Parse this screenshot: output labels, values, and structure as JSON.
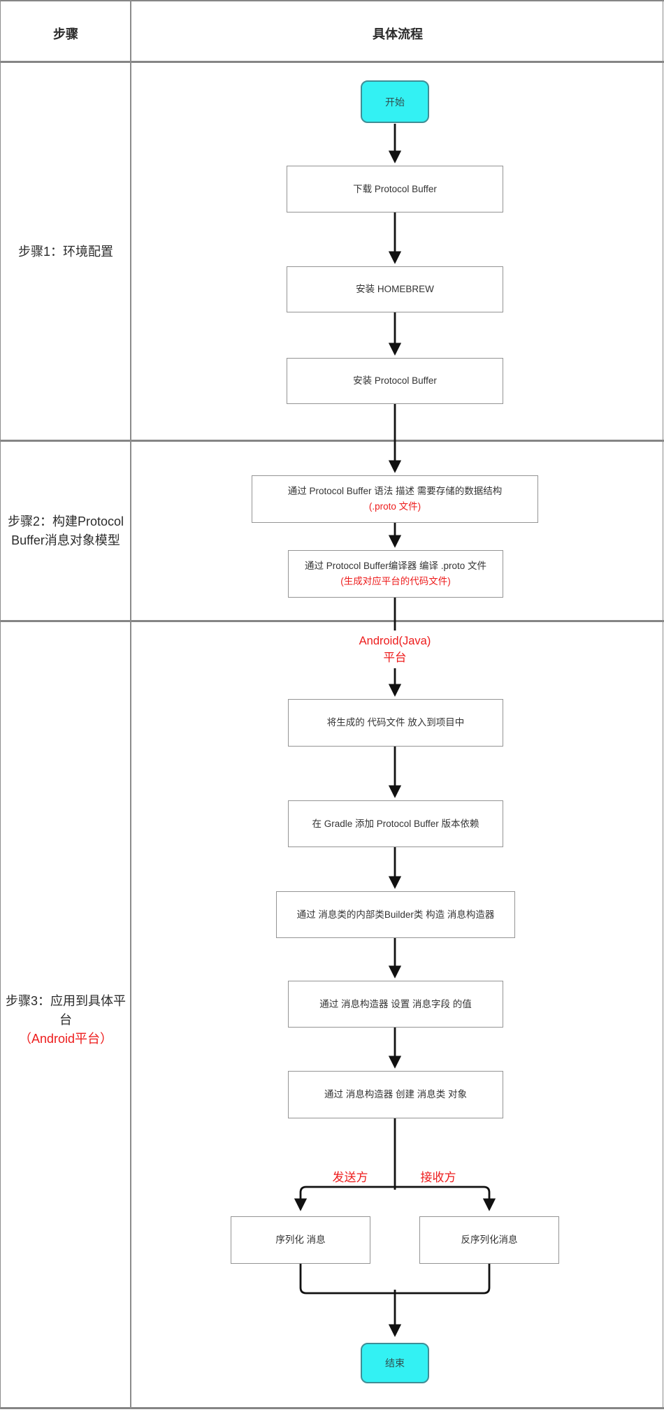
{
  "header": {
    "col_step": "步骤",
    "col_flow": "具体流程"
  },
  "rows": {
    "row1": {
      "label": "步骤1：环境配置"
    },
    "row2": {
      "label_line1": "步骤2：构建Protocol",
      "label_line2": "Buffer消息对象模型"
    },
    "row3": {
      "label_line1": "步骤3：应用到具体平",
      "label_line2": "台",
      "label_line3": "（Android平台）"
    }
  },
  "flow": {
    "start": "开始",
    "download": "下载 Protocol Buffer",
    "install_homebrew": "安装 HOMEBREW",
    "install_pb": "安装 Protocol Buffer",
    "describe": {
      "main": "通过 Protocol Buffer 语法 描述 需要存储的数据结构",
      "note": "(.proto 文件)"
    },
    "compile": {
      "main": "通过 Protocol Buffer编译器 编译 .proto 文件",
      "note": "(生成对应平台的代码文件)"
    },
    "platform_label": {
      "line1": "Android(Java)",
      "line2": "平台"
    },
    "put_code": "将生成的 代码文件 放入到项目中",
    "gradle": "在 Gradle 添加 Protocol Buffer 版本依赖",
    "builder": "通过 消息类的内部类Builder类 构造 消息构造器",
    "set_fields": "通过 消息构造器 设置 消息字段 的值",
    "create_obj": "通过 消息构造器 创建 消息类 对象",
    "sender_label": "发送方",
    "receiver_label": "接收方",
    "serialize": "序列化 消息",
    "deserialize": "反序列化消息",
    "end": "结束"
  },
  "colors": {
    "accent_red": "#ed1c1c",
    "terminal_fill": "#33f1f3",
    "terminal_border": "#3f8e96",
    "box_border": "#949494",
    "table_border": "#858585",
    "arrow": "#111111"
  }
}
